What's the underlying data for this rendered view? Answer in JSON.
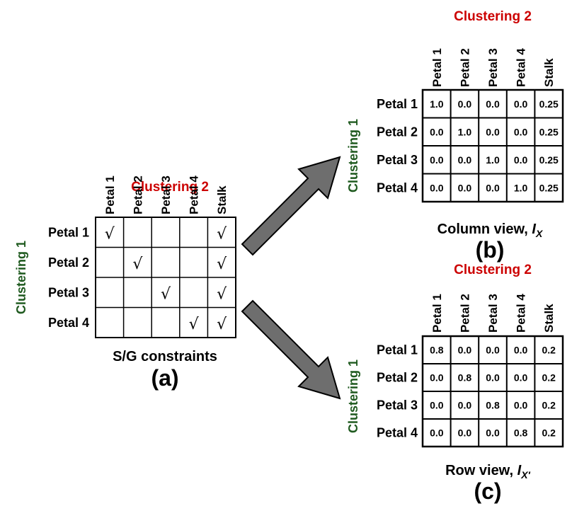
{
  "colors": {
    "clustering2": "#cc0000",
    "clustering1": "#1f5a1f",
    "grid": "#000000",
    "arrow_fill": "#6e6e6e"
  },
  "clustering2_label": "Clustering 2",
  "clustering1_label": "Clustering 1",
  "col_labels": [
    "Petal 1",
    "Petal 2",
    "Petal 3",
    "Petal 4",
    "Stalk"
  ],
  "row_labels": [
    "Petal 1",
    "Petal 2",
    "Petal 3",
    "Petal 4"
  ],
  "panel_a": {
    "title": "S/G constraints",
    "letter": "(a)",
    "check_symbol": "√",
    "checks": [
      [
        1,
        0,
        0,
        0,
        1
      ],
      [
        0,
        1,
        0,
        0,
        1
      ],
      [
        0,
        0,
        1,
        0,
        1
      ],
      [
        0,
        0,
        0,
        1,
        1
      ]
    ]
  },
  "panel_b": {
    "title_prefix": "Column view, ",
    "title_var": "I",
    "title_sub": "X",
    "letter": "(b)",
    "values": [
      [
        "1.0",
        "0.0",
        "0.0",
        "0.0",
        "0.25"
      ],
      [
        "0.0",
        "1.0",
        "0.0",
        "0.0",
        "0.25"
      ],
      [
        "0.0",
        "0.0",
        "1.0",
        "0.0",
        "0.25"
      ],
      [
        "0.0",
        "0.0",
        "0.0",
        "1.0",
        "0.25"
      ]
    ]
  },
  "panel_c": {
    "title_prefix": "Row view, ",
    "title_var": "I",
    "title_sub": "X′",
    "letter": "(c)",
    "values": [
      [
        "0.8",
        "0.0",
        "0.0",
        "0.0",
        "0.2"
      ],
      [
        "0.0",
        "0.8",
        "0.0",
        "0.0",
        "0.2"
      ],
      [
        "0.0",
        "0.0",
        "0.8",
        "0.0",
        "0.2"
      ],
      [
        "0.0",
        "0.0",
        "0.0",
        "0.8",
        "0.2"
      ]
    ]
  }
}
